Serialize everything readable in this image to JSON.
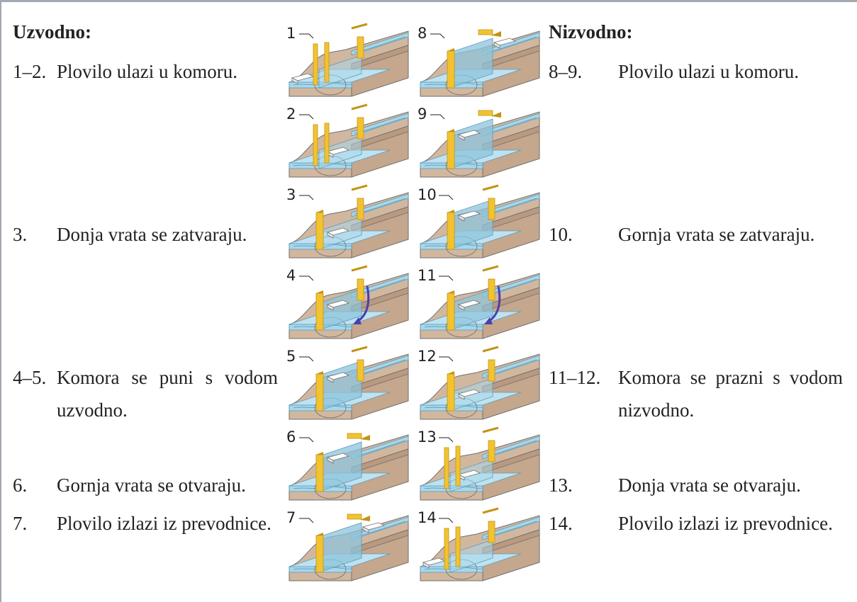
{
  "upstream": {
    "heading": "Uzvodno:",
    "steps": [
      {
        "num": "1–2.",
        "text": "Plovilo ulazi u komoru."
      },
      {
        "num": "3.",
        "text": "Donja vrata se zatvaraju."
      },
      {
        "num": "4–5.",
        "text": "Komora se puni s vodom uzvodno."
      },
      {
        "num": "6.",
        "text": "Gornja vrata se otvaraju."
      },
      {
        "num": "7.",
        "text": "Plovilo izlazi iz prevodnice."
      }
    ]
  },
  "downstream": {
    "heading": "Nizvodno:",
    "steps": [
      {
        "num": "8–9.",
        "text": "Plovilo ulazi u komoru."
      },
      {
        "num": "10.",
        "text": "Gornja vrata se zatvaraju."
      },
      {
        "num": "11–12.",
        "text": "Komora se prazni s vodom nizvodno."
      },
      {
        "num": "13.",
        "text": "Donja vrata se otvaraju."
      },
      {
        "num": "14.",
        "text": "Plovilo izlazi iz prevodnice."
      }
    ]
  },
  "diagrams": {
    "left": [
      {
        "label": "1",
        "chamber": "low",
        "lower_gate": "open",
        "upper_gate": "closed",
        "boat": "entering-low",
        "flow": false
      },
      {
        "label": "2",
        "chamber": "low",
        "lower_gate": "open",
        "upper_gate": "closed",
        "boat": "in-chamber-low",
        "flow": false
      },
      {
        "label": "3",
        "chamber": "low",
        "lower_gate": "closed",
        "upper_gate": "closed",
        "boat": "in-chamber-low",
        "flow": false
      },
      {
        "label": "4",
        "chamber": "mid",
        "lower_gate": "closed",
        "upper_gate": "closed",
        "boat": "in-chamber-mid",
        "flow": true
      },
      {
        "label": "5",
        "chamber": "high",
        "lower_gate": "closed",
        "upper_gate": "closed",
        "boat": "in-chamber-high",
        "flow": false
      },
      {
        "label": "6",
        "chamber": "high",
        "lower_gate": "closed",
        "upper_gate": "open",
        "boat": "in-chamber-high",
        "flow": false
      },
      {
        "label": "7",
        "chamber": "high",
        "lower_gate": "closed",
        "upper_gate": "open",
        "boat": "exiting-high",
        "flow": false
      }
    ],
    "right": [
      {
        "label": "8",
        "chamber": "high",
        "lower_gate": "closed",
        "upper_gate": "open",
        "boat": "entering-high",
        "flow": false
      },
      {
        "label": "9",
        "chamber": "high",
        "lower_gate": "closed",
        "upper_gate": "open",
        "boat": "in-chamber-high",
        "flow": false
      },
      {
        "label": "10",
        "chamber": "high",
        "lower_gate": "closed",
        "upper_gate": "closed",
        "boat": "in-chamber-high",
        "flow": false
      },
      {
        "label": "11",
        "chamber": "mid",
        "lower_gate": "closed",
        "upper_gate": "closed",
        "boat": "in-chamber-mid",
        "flow": true
      },
      {
        "label": "12",
        "chamber": "low",
        "lower_gate": "closed",
        "upper_gate": "closed",
        "boat": "in-chamber-low",
        "flow": false
      },
      {
        "label": "13",
        "chamber": "low",
        "lower_gate": "open",
        "upper_gate": "closed",
        "boat": "in-chamber-low",
        "flow": false
      },
      {
        "label": "14",
        "chamber": "low",
        "lower_gate": "open",
        "upper_gate": "closed",
        "boat": "exiting-low",
        "flow": false
      }
    ]
  },
  "colors": {
    "earth": "#d2b79f",
    "earth_dark": "#b99a80",
    "water": "#a9d7ea",
    "water_deep": "#8cc4dc",
    "water_edge": "#5a9ab8",
    "gate": "#f2c230",
    "gate_dark": "#c29414",
    "boat": "#ffffff",
    "flow": "#4a3fb0",
    "outline": "#6f6f6f"
  }
}
